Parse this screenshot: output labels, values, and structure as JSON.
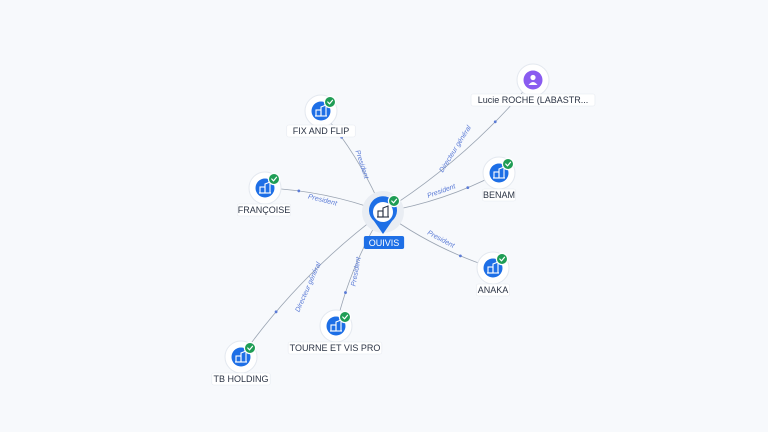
{
  "graph": {
    "center": {
      "id": "ouivis",
      "label": "OUIVIS",
      "icon": "company-building-icon",
      "verified": true
    },
    "nodes": [
      {
        "id": "fix-and-flip",
        "label": "FIX AND FLIP",
        "type": "company",
        "icon": "company-building-icon",
        "verified": true
      },
      {
        "id": "francoise",
        "label": "FRANÇOISE",
        "type": "company",
        "icon": "company-building-icon",
        "verified": true
      },
      {
        "id": "lucie-roche",
        "label": "Lucie ROCHE (LABASTR...",
        "type": "person",
        "icon": "person-icon",
        "verified": false
      },
      {
        "id": "benam",
        "label": "BENAM",
        "type": "company",
        "icon": "company-building-icon",
        "verified": true
      },
      {
        "id": "anaka",
        "label": "ANAKA",
        "type": "company",
        "icon": "company-building-icon",
        "verified": true
      },
      {
        "id": "tourne-et-vis-pro",
        "label": "TOURNE ET VIS PRO",
        "type": "company",
        "icon": "company-building-icon",
        "verified": true
      },
      {
        "id": "tb-holding",
        "label": "TB HOLDING",
        "type": "company",
        "icon": "company-building-icon",
        "verified": true
      }
    ],
    "edges": [
      {
        "target": "fix-and-flip",
        "label": "President"
      },
      {
        "target": "francoise",
        "label": "President"
      },
      {
        "target": "lucie-roche",
        "label": "Directeur général"
      },
      {
        "target": "benam",
        "label": "President"
      },
      {
        "target": "anaka",
        "label": "President"
      },
      {
        "target": "tourne-et-vis-pro",
        "label": "President"
      },
      {
        "target": "tb-holding",
        "label": "Directeur général"
      }
    ],
    "colors": {
      "background": "#f7f9fc",
      "company_icon": "#1e6fe6",
      "person_icon": "#8a5cf0",
      "verified_badge": "#1f9d55",
      "edge_line": "#9aa4b2",
      "edge_label": "#5b7bd6",
      "center_badge": "#1e6fe6"
    }
  }
}
